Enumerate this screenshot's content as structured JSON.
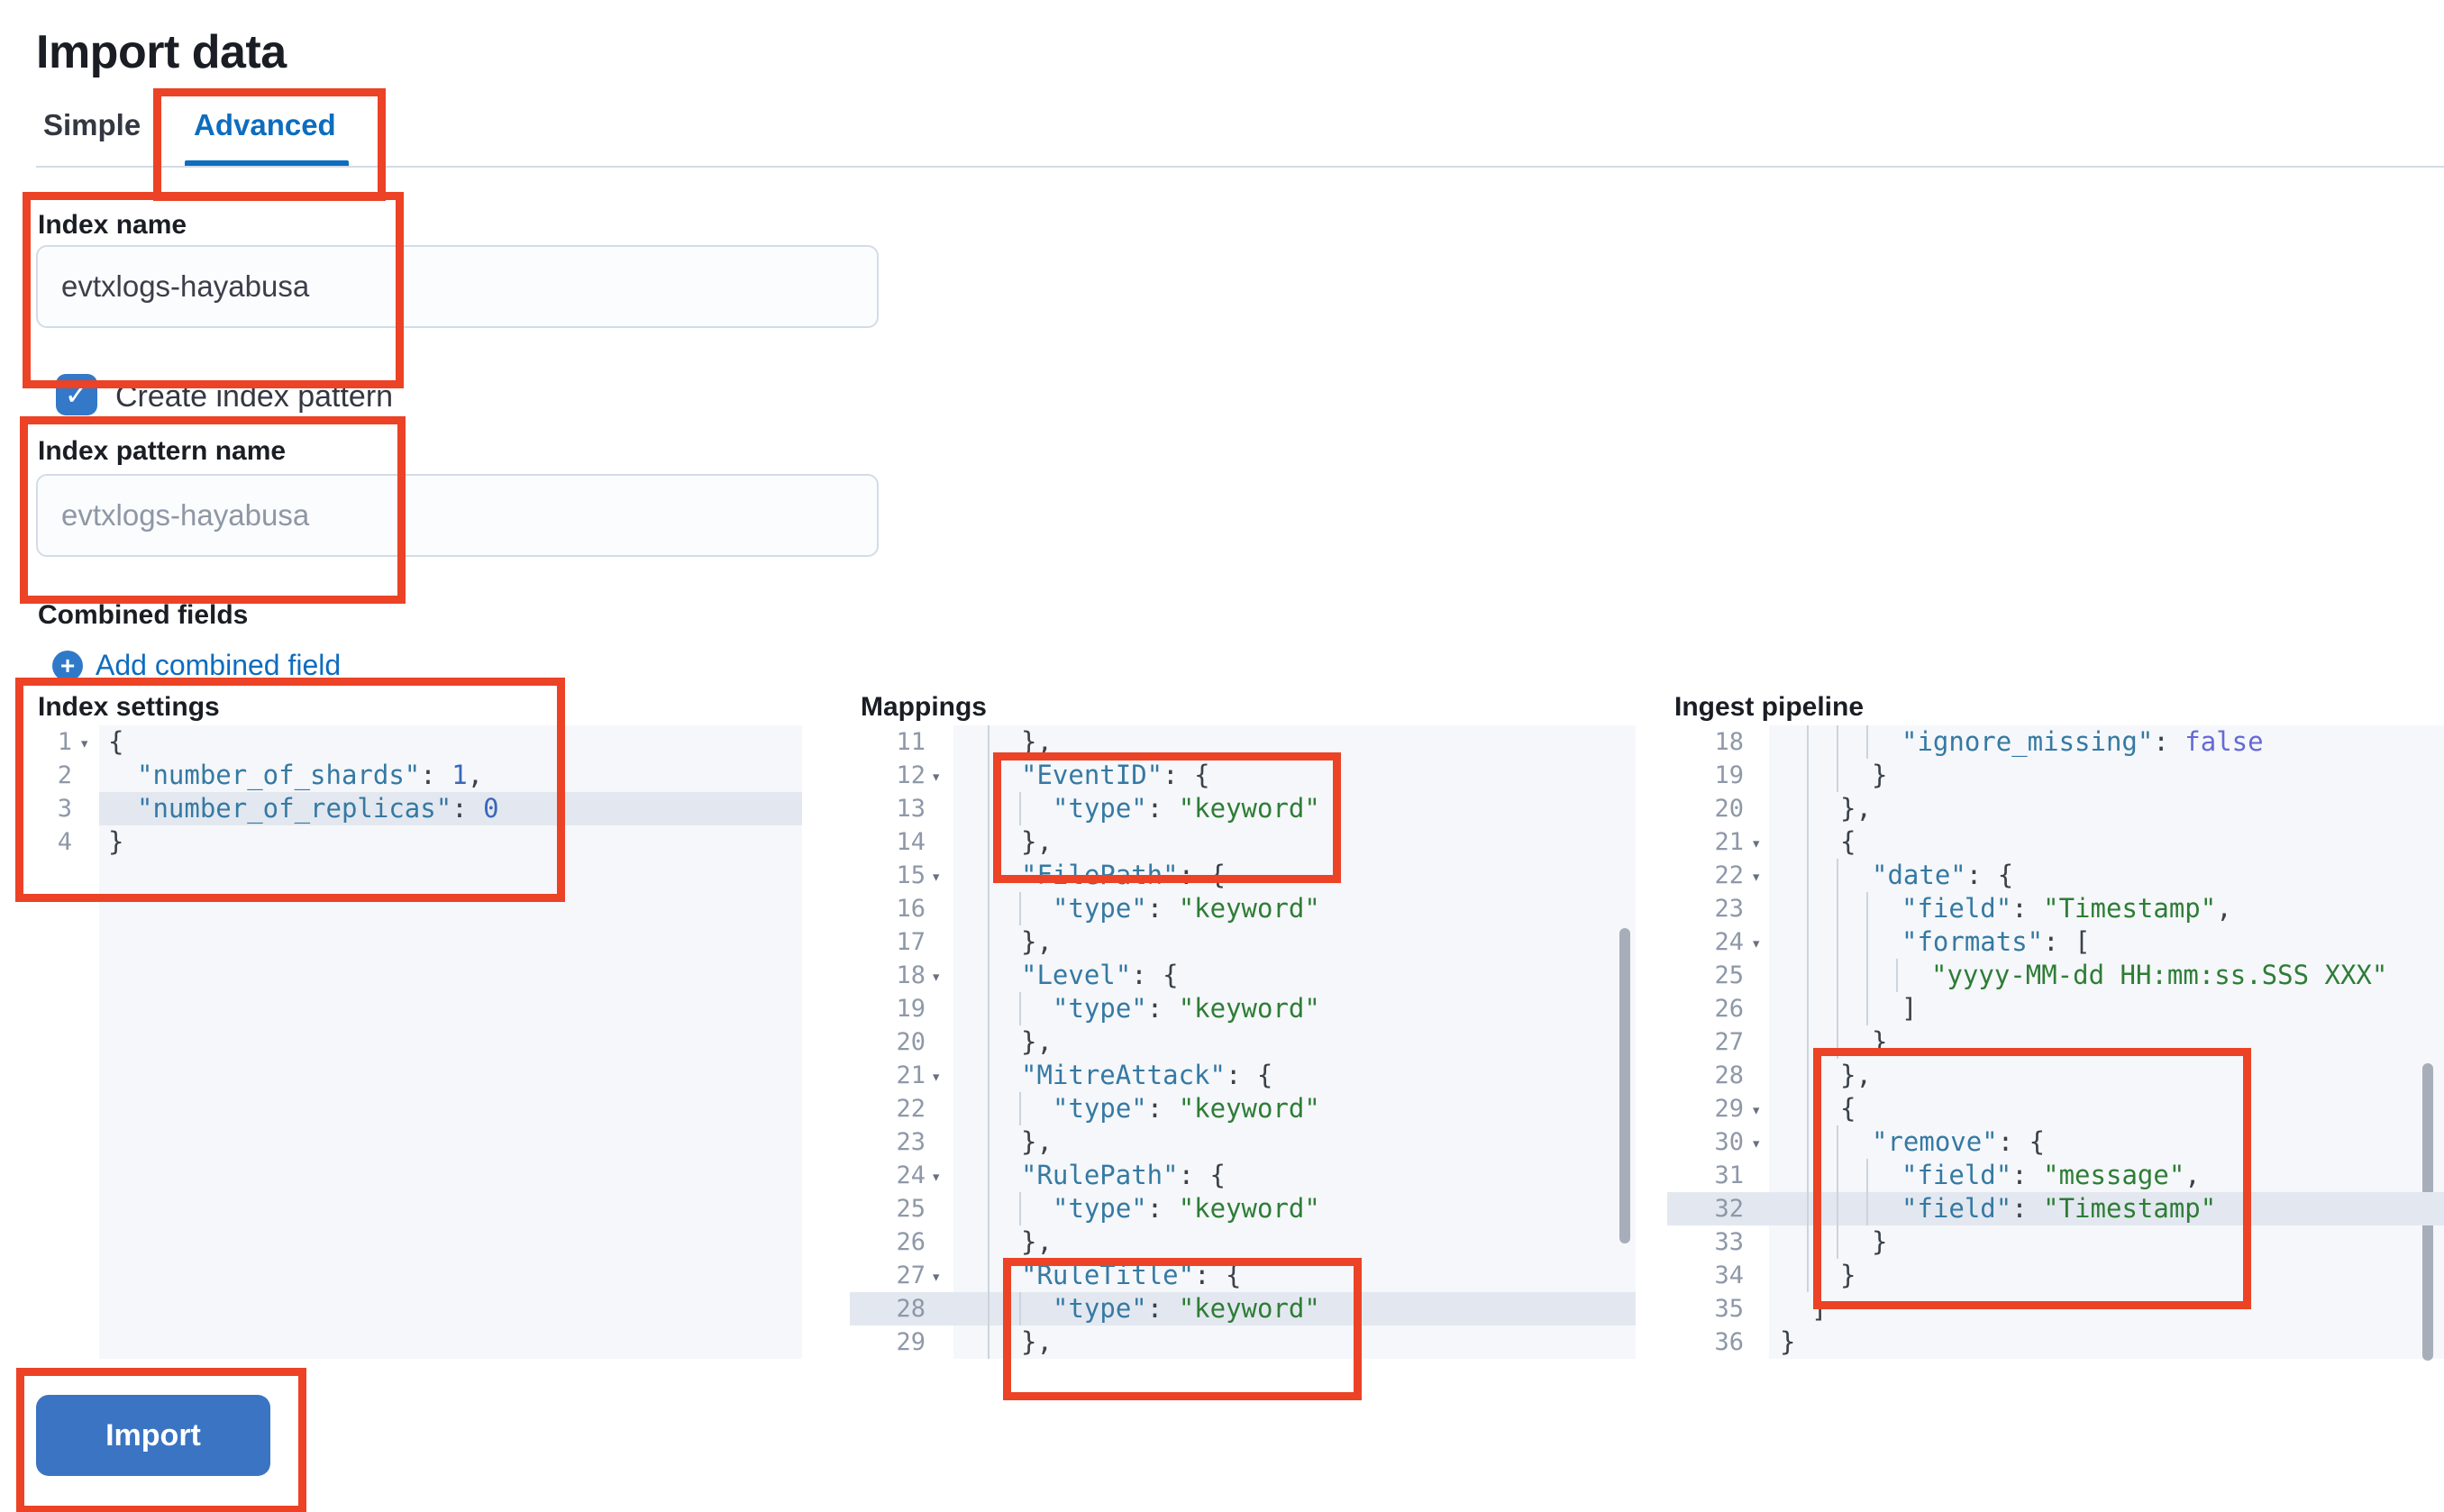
{
  "page": {
    "title": "Import data"
  },
  "tabs": [
    {
      "label": "Simple",
      "active": false
    },
    {
      "label": "Advanced",
      "active": true
    }
  ],
  "form": {
    "index_name": {
      "label": "Index name",
      "value": "evtxlogs-hayabusa"
    },
    "create_index_pattern": {
      "label": "Create index pattern",
      "checked": true
    },
    "index_pattern_name": {
      "label": "Index pattern name",
      "placeholder": "evtxlogs-hayabusa"
    },
    "combined_fields": {
      "label": "Combined fields",
      "add_label": "Add combined field"
    }
  },
  "icons": {
    "check": "✓",
    "plus": "+",
    "fold": "▾"
  },
  "editors": [
    {
      "id": "index_settings",
      "label": "Index settings",
      "highlight_line": 3,
      "fold_lines": [
        1
      ],
      "lines": [
        {
          "no": 1,
          "level": 0,
          "segs": [
            [
              "{",
              "p"
            ]
          ]
        },
        {
          "no": 2,
          "level": 1,
          "segs": [
            [
              "\"number_of_shards\"",
              "k"
            ],
            [
              ": ",
              "p"
            ],
            [
              "1",
              "n"
            ],
            [
              ",",
              "p"
            ]
          ]
        },
        {
          "no": 3,
          "level": 1,
          "segs": [
            [
              "\"number_of_replicas\"",
              "k"
            ],
            [
              ": ",
              "p"
            ],
            [
              "0",
              "n"
            ]
          ]
        },
        {
          "no": 4,
          "level": 0,
          "segs": [
            [
              "}",
              "p"
            ]
          ]
        }
      ]
    },
    {
      "id": "mappings",
      "label": "Mappings",
      "highlight_line": 28,
      "fold_lines": [
        12,
        15,
        18,
        21,
        24,
        27
      ],
      "lines": [
        {
          "no": 11,
          "level": 2,
          "segs": [
            [
              "},",
              "p"
            ]
          ]
        },
        {
          "no": 12,
          "level": 2,
          "segs": [
            [
              "\"EventID\"",
              "k"
            ],
            [
              ": ",
              "p"
            ],
            [
              "{",
              "p"
            ]
          ]
        },
        {
          "no": 13,
          "level": 3,
          "segs": [
            [
              "\"type\"",
              "k"
            ],
            [
              ": ",
              "p"
            ],
            [
              "\"keyword\"",
              "s"
            ]
          ]
        },
        {
          "no": 14,
          "level": 2,
          "segs": [
            [
              "},",
              "p"
            ]
          ]
        },
        {
          "no": 15,
          "level": 2,
          "segs": [
            [
              "\"FilePath\"",
              "k"
            ],
            [
              ": ",
              "p"
            ],
            [
              "{",
              "p"
            ]
          ]
        },
        {
          "no": 16,
          "level": 3,
          "segs": [
            [
              "\"type\"",
              "k"
            ],
            [
              ": ",
              "p"
            ],
            [
              "\"keyword\"",
              "s"
            ]
          ]
        },
        {
          "no": 17,
          "level": 2,
          "segs": [
            [
              "},",
              "p"
            ]
          ]
        },
        {
          "no": 18,
          "level": 2,
          "segs": [
            [
              "\"Level\"",
              "k"
            ],
            [
              ": ",
              "p"
            ],
            [
              "{",
              "p"
            ]
          ]
        },
        {
          "no": 19,
          "level": 3,
          "segs": [
            [
              "\"type\"",
              "k"
            ],
            [
              ": ",
              "p"
            ],
            [
              "\"keyword\"",
              "s"
            ]
          ]
        },
        {
          "no": 20,
          "level": 2,
          "segs": [
            [
              "},",
              "p"
            ]
          ]
        },
        {
          "no": 21,
          "level": 2,
          "segs": [
            [
              "\"MitreAttack\"",
              "k"
            ],
            [
              ": ",
              "p"
            ],
            [
              "{",
              "p"
            ]
          ]
        },
        {
          "no": 22,
          "level": 3,
          "segs": [
            [
              "\"type\"",
              "k"
            ],
            [
              ": ",
              "p"
            ],
            [
              "\"keyword\"",
              "s"
            ]
          ]
        },
        {
          "no": 23,
          "level": 2,
          "segs": [
            [
              "},",
              "p"
            ]
          ]
        },
        {
          "no": 24,
          "level": 2,
          "segs": [
            [
              "\"RulePath\"",
              "k"
            ],
            [
              ": ",
              "p"
            ],
            [
              "{",
              "p"
            ]
          ]
        },
        {
          "no": 25,
          "level": 3,
          "segs": [
            [
              "\"type\"",
              "k"
            ],
            [
              ": ",
              "p"
            ],
            [
              "\"keyword\"",
              "s"
            ]
          ]
        },
        {
          "no": 26,
          "level": 2,
          "segs": [
            [
              "},",
              "p"
            ]
          ]
        },
        {
          "no": 27,
          "level": 2,
          "segs": [
            [
              "\"RuleTitle\"",
              "k"
            ],
            [
              ": ",
              "p"
            ],
            [
              "{",
              "p"
            ]
          ]
        },
        {
          "no": 28,
          "level": 3,
          "segs": [
            [
              "\"type\"",
              "k"
            ],
            [
              ": ",
              "p"
            ],
            [
              "\"keyword\"",
              "s"
            ]
          ]
        },
        {
          "no": 29,
          "level": 2,
          "segs": [
            [
              "},",
              "p"
            ]
          ]
        }
      ]
    },
    {
      "id": "ingest_pipeline",
      "label": "Ingest pipeline",
      "highlight_line": 32,
      "fold_lines": [
        21,
        22,
        24,
        29,
        30
      ],
      "lines": [
        {
          "no": 18,
          "level": 4,
          "segs": [
            [
              "\"ignore_missing\"",
              "k"
            ],
            [
              ": ",
              "p"
            ],
            [
              "false",
              "b"
            ]
          ]
        },
        {
          "no": 19,
          "level": 3,
          "segs": [
            [
              "}",
              "p"
            ]
          ]
        },
        {
          "no": 20,
          "level": 2,
          "segs": [
            [
              "},",
              "p"
            ]
          ]
        },
        {
          "no": 21,
          "level": 2,
          "segs": [
            [
              "{",
              "p"
            ]
          ]
        },
        {
          "no": 22,
          "level": 3,
          "segs": [
            [
              "\"date\"",
              "k"
            ],
            [
              ": ",
              "p"
            ],
            [
              "{",
              "p"
            ]
          ]
        },
        {
          "no": 23,
          "level": 4,
          "segs": [
            [
              "\"field\"",
              "k"
            ],
            [
              ": ",
              "p"
            ],
            [
              "\"Timestamp\"",
              "s"
            ],
            [
              ",",
              "p"
            ]
          ]
        },
        {
          "no": 24,
          "level": 4,
          "segs": [
            [
              "\"formats\"",
              "k"
            ],
            [
              ": ",
              "p"
            ],
            [
              "[",
              "p"
            ]
          ]
        },
        {
          "no": 25,
          "level": 5,
          "segs": [
            [
              "\"yyyy-MM-dd HH:mm:ss.SSS XXX\"",
              "s"
            ]
          ]
        },
        {
          "no": 26,
          "level": 4,
          "segs": [
            [
              "]",
              "p"
            ]
          ]
        },
        {
          "no": 27,
          "level": 3,
          "segs": [
            [
              "}",
              "p"
            ]
          ]
        },
        {
          "no": 28,
          "level": 2,
          "segs": [
            [
              "},",
              "p"
            ]
          ]
        },
        {
          "no": 29,
          "level": 2,
          "segs": [
            [
              "{",
              "p"
            ]
          ]
        },
        {
          "no": 30,
          "level": 3,
          "segs": [
            [
              "\"remove\"",
              "k"
            ],
            [
              ": ",
              "p"
            ],
            [
              "{",
              "p"
            ]
          ]
        },
        {
          "no": 31,
          "level": 4,
          "segs": [
            [
              "\"field\"",
              "k"
            ],
            [
              ": ",
              "p"
            ],
            [
              "\"message\"",
              "s"
            ],
            [
              ",",
              "p"
            ]
          ]
        },
        {
          "no": 32,
          "level": 4,
          "segs": [
            [
              "\"field\"",
              "k"
            ],
            [
              ": ",
              "p"
            ],
            [
              "\"Timestamp\"",
              "s"
            ]
          ]
        },
        {
          "no": 33,
          "level": 3,
          "segs": [
            [
              "}",
              "p"
            ]
          ]
        },
        {
          "no": 34,
          "level": 2,
          "segs": [
            [
              "}",
              "p"
            ]
          ]
        },
        {
          "no": 35,
          "level": 1,
          "segs": [
            [
              "]",
              "p"
            ]
          ]
        },
        {
          "no": 36,
          "level": 0,
          "segs": [
            [
              "}",
              "p"
            ]
          ]
        }
      ]
    }
  ],
  "annotations": [
    {
      "id": "advanced-tab"
    },
    {
      "id": "index-name"
    },
    {
      "id": "index-pattern-name"
    },
    {
      "id": "index-settings"
    },
    {
      "id": "import-button"
    },
    {
      "id": "mappings-eventid"
    },
    {
      "id": "mappings-ruletitle"
    },
    {
      "id": "pipeline-remove"
    }
  ],
  "import_button": {
    "label": "Import"
  },
  "colors": {
    "annotation_red": "#ec4226",
    "link_blue": "#0d6dbf",
    "button_blue": "#3b74c2",
    "checkbox_blue": "#3478c8",
    "code_key": "#3579a3",
    "code_string": "#2e7d36",
    "code_number": "#3a66bd",
    "code_boolean": "#6569d6",
    "editor_background": "#f5f7fa",
    "active_line": "#e3e8f0"
  }
}
